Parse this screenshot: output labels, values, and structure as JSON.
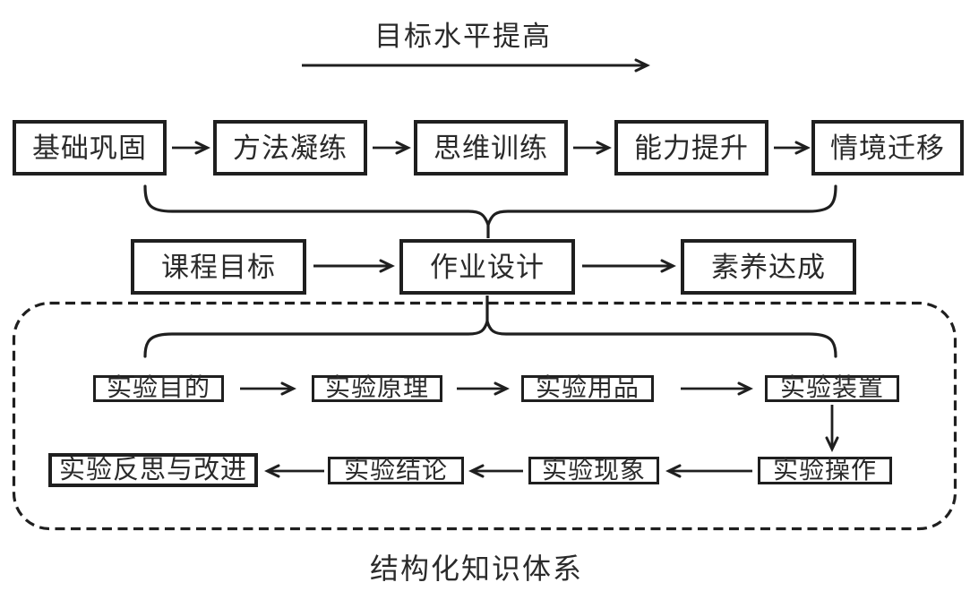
{
  "page": {
    "background": "#ffffff"
  },
  "colors": {
    "stroke": "#1f1f1f",
    "text": "#2a2a2a"
  },
  "top_caption": {
    "title": "目标水平提高"
  },
  "bottom_caption": {
    "title": "结构化知识体系"
  },
  "level_flow": {
    "boxes": [
      "基础巩固",
      "方法凝练",
      "思维训练",
      "能力提升",
      "情境迁移"
    ]
  },
  "design_flow": {
    "boxes": [
      "课程目标",
      "作业设计",
      "素养达成"
    ]
  },
  "experiment_flow": {
    "top_row": [
      "实验目的",
      "实验原理",
      "实验用品",
      "实验装置"
    ],
    "bottom_row": [
      "实验反思与改进",
      "实验结论",
      "实验现象",
      "实验操作"
    ]
  }
}
